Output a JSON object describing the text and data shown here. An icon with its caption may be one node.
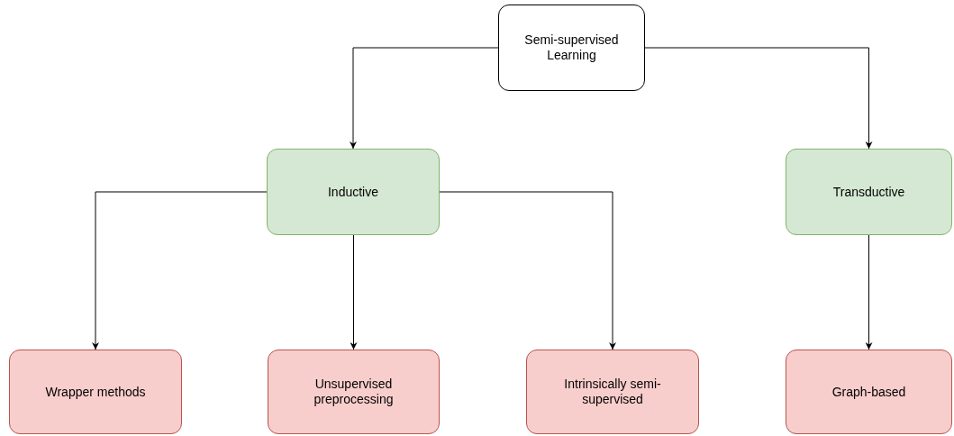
{
  "diagram": {
    "nodes": [
      {
        "text": [
          "Semi-supervised Learning"
        ]
      },
      {
        "text": [
          "Inductive"
        ]
      },
      {
        "text": [
          "Transductive"
        ]
      },
      {
        "text": [
          "Wrapper methods"
        ]
      },
      {
        "text": [
          "Unsupervised preprocessing"
        ]
      },
      {
        "text": [
          "Intrinsically semi-supervised"
        ]
      },
      {
        "text": [
          "Graph-based"
        ]
      }
    ],
    "edges": [
      {
        "from": 0,
        "to": 1,
        "arrow": "to"
      },
      {
        "from": 0,
        "to": 2,
        "arrow": "to"
      },
      {
        "from": 1,
        "to": 3,
        "arrow": "to"
      },
      {
        "from": 1,
        "to": 4,
        "arrow": "to"
      },
      {
        "from": 1,
        "to": 5,
        "arrow": "to"
      },
      {
        "from": 2,
        "to": 6,
        "arrow": "to"
      }
    ]
  }
}
